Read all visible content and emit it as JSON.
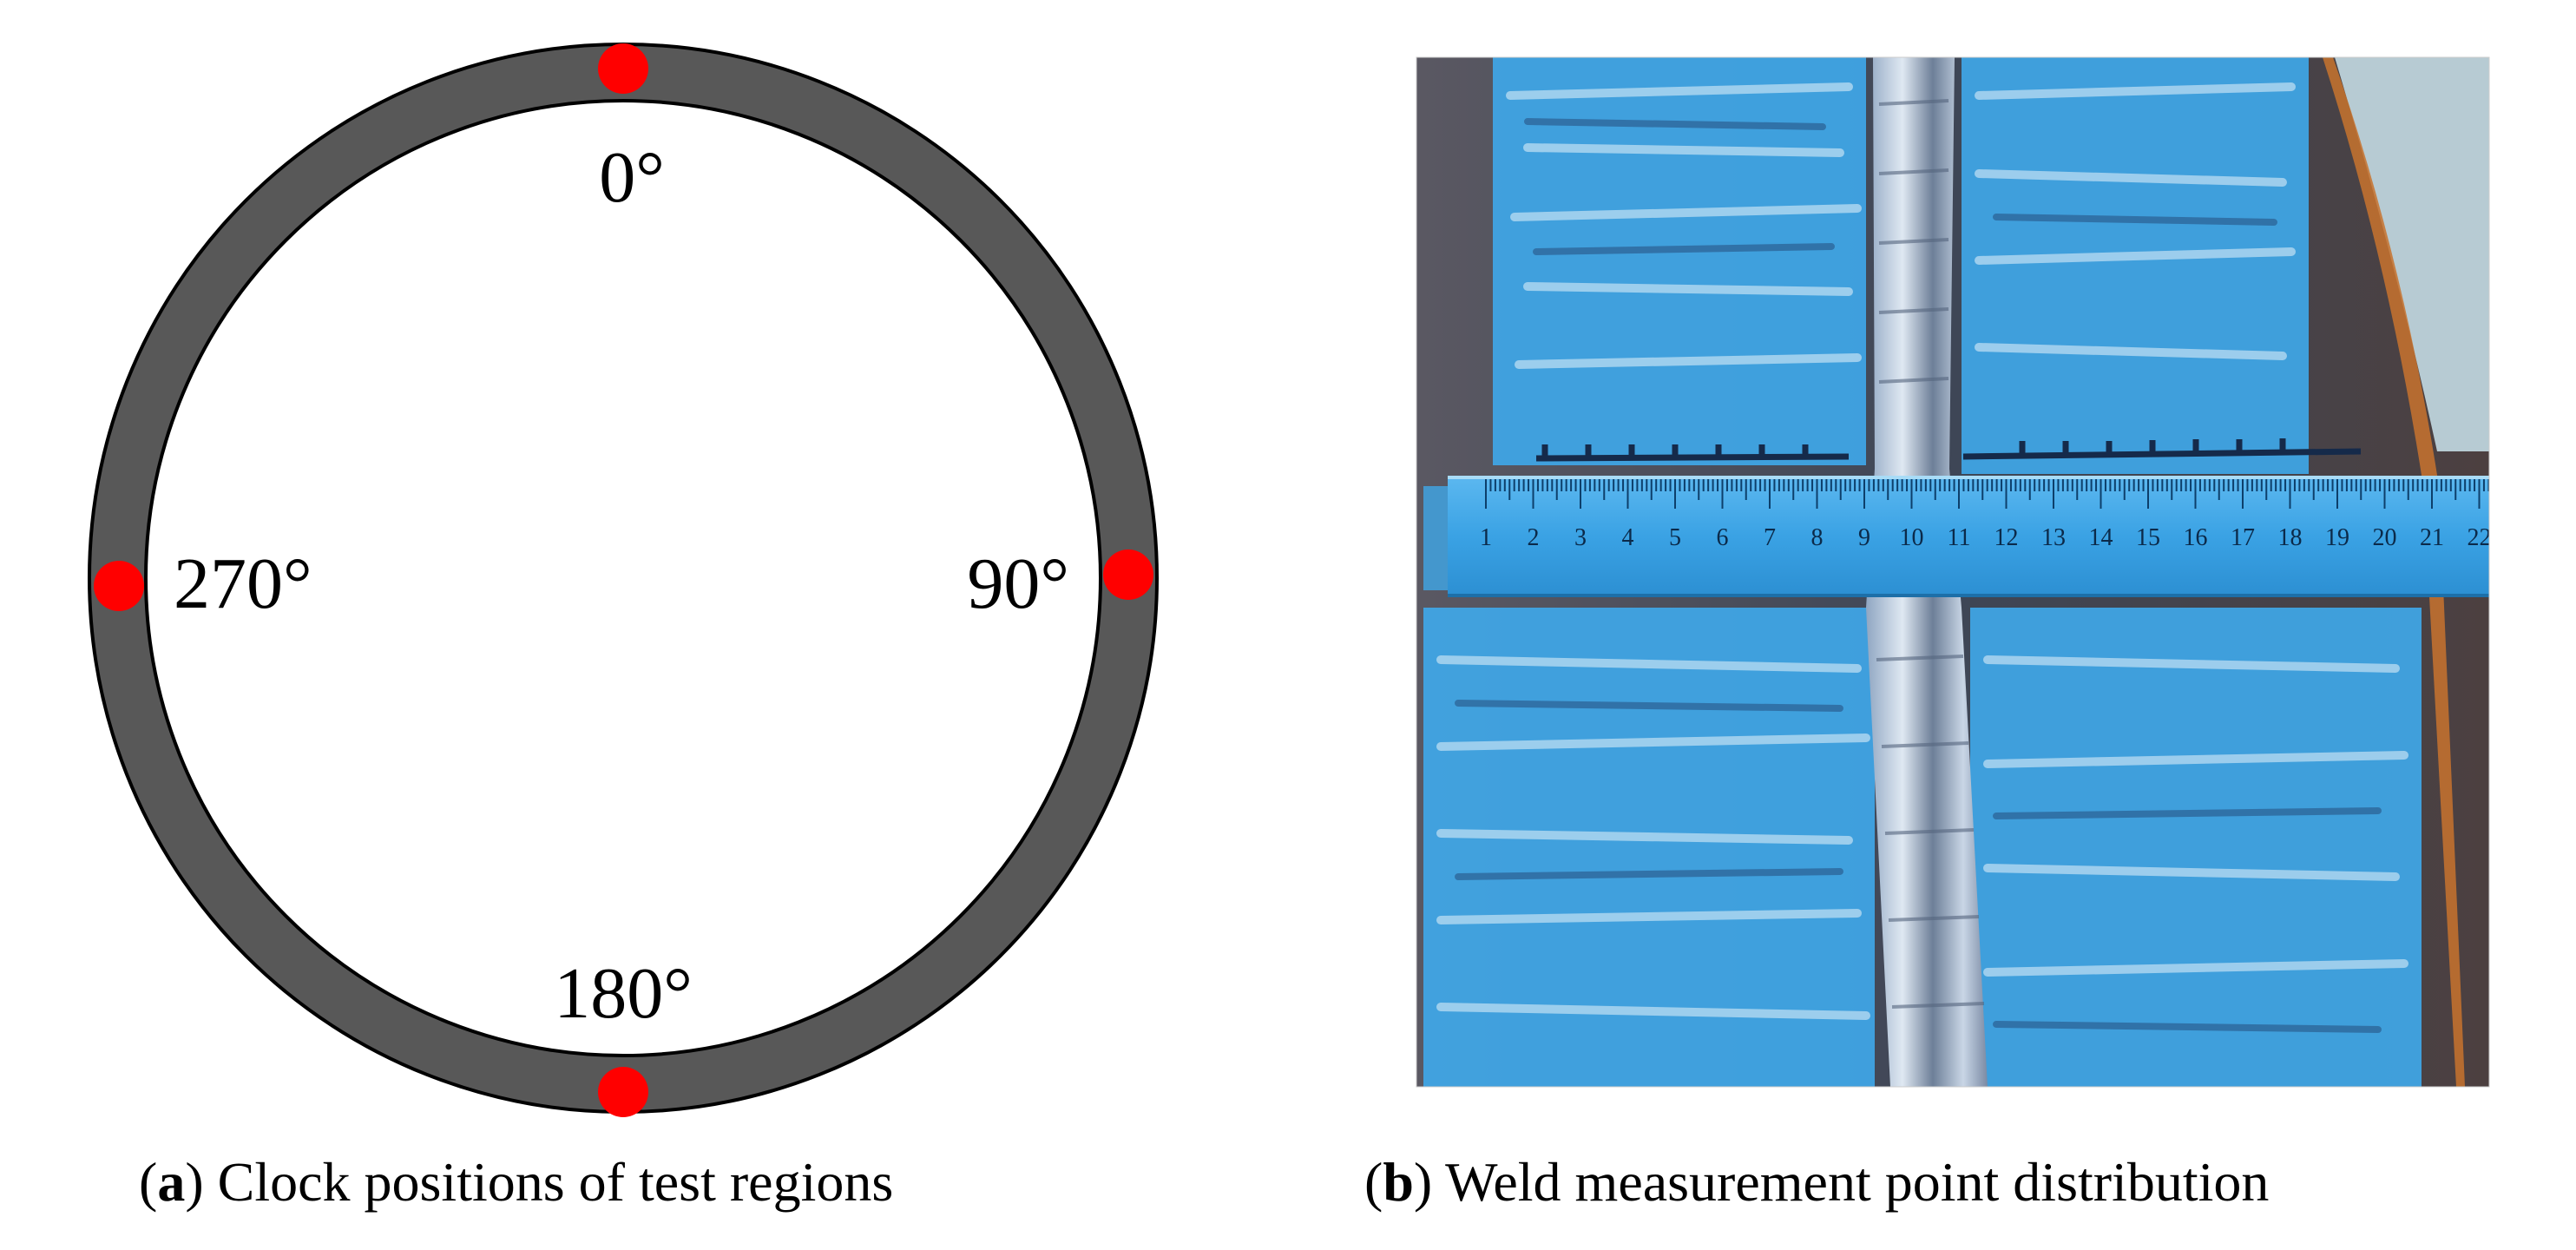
{
  "panel_a": {
    "labels": {
      "top": "0°",
      "right": "90°",
      "bottom": "180°",
      "left": "270°"
    },
    "caption": {
      "letter": "a",
      "text": "Clock positions of test regions"
    },
    "colors": {
      "ring": "#585858",
      "marker": "#ff0000",
      "outline": "#000000"
    }
  },
  "panel_b": {
    "ruler_numbers": [
      "1",
      "2",
      "3",
      "4",
      "5",
      "6",
      "7",
      "8",
      "9",
      "10",
      "11",
      "12",
      "13",
      "14",
      "15",
      "16",
      "17",
      "18",
      "19",
      "20",
      "21",
      "22"
    ],
    "caption": {
      "letter": "b",
      "text": "Weld measurement point distribution"
    },
    "colors": {
      "paint": "#3fa7e8",
      "steel": "#4a4f5e",
      "ruler": "#39a3e6"
    }
  }
}
